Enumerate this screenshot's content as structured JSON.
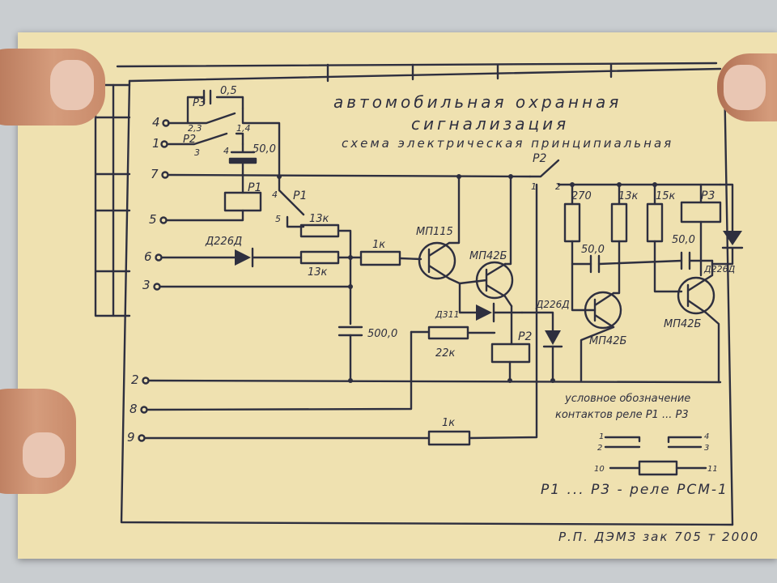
{
  "title": {
    "line1": "автомобильная охранная",
    "line2": "сигнализация",
    "line3": "схема электрическая принципиальная"
  },
  "terminals": [
    "4",
    "1",
    "7",
    "5",
    "6",
    "3",
    "2",
    "8",
    "9"
  ],
  "components": {
    "c_top": "0,5",
    "c_mid": "50,0",
    "c_500": "500,0",
    "c_right1": "50,0",
    "c_right2": "50,0",
    "relay_p1": "P1",
    "relay_p2": "P2",
    "relay_p3": "P3",
    "contact_p3": "P3",
    "contact_p2_left": "P2",
    "contact_p1": "P1",
    "contact_p2_top": "P2",
    "pin_23": "2,3",
    "pin_14": "1,4",
    "pin_3": "3",
    "pin_4": "4",
    "pin_5": "5",
    "pin_1": "1",
    "pin_2": "2",
    "r_13k_top": "13к",
    "r_13k_bottom": "13к",
    "r_1k": "1к",
    "r_22k": "22к",
    "r_1k_bottom": "1к",
    "r_270": "270",
    "r_13k_right": "13к",
    "r_15k": "15к",
    "d_226_left": "Д226Д",
    "d_d311": "Д311",
    "d_226_mid": "Д226Д",
    "d_226_right": "Д226Д",
    "t_mp115": "МП115",
    "t_mp42b_1": "МП42Б",
    "t_mp42b_2": "МП42Б",
    "t_mp42b_3": "МП42Б"
  },
  "legend": {
    "title1": "условное обозначение",
    "title2": "контактов реле Р1 ... Р3",
    "n1": "1",
    "n2": "2",
    "n3": "3",
    "n4": "4",
    "n10": "10",
    "n11": "11",
    "relay_note": "Р1 ... Р3 - реле РСМ-1"
  },
  "footer": "Р.П. ДЭМЗ зак 705 т 2000"
}
